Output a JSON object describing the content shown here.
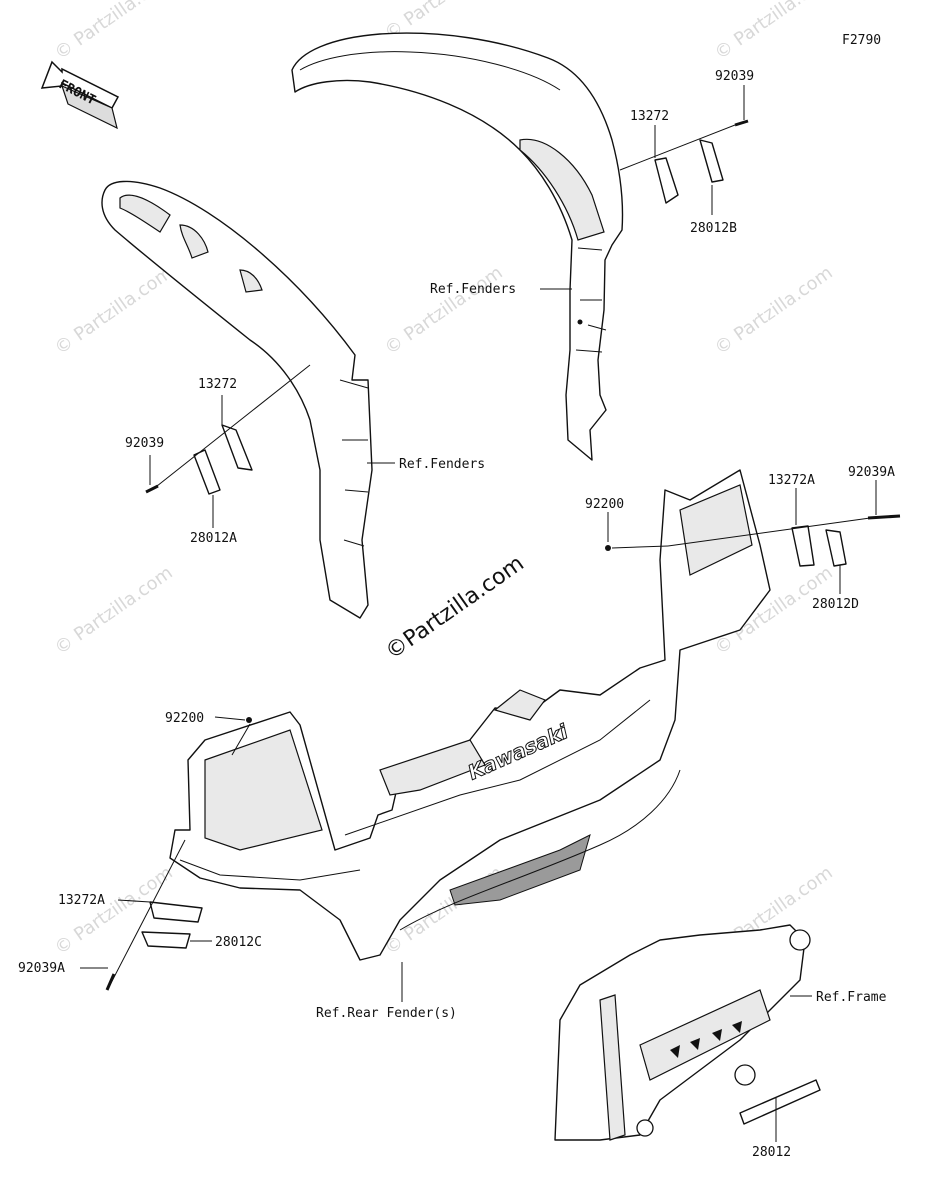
{
  "diagram_code": "F2790",
  "front_label": "FRONT",
  "watermark": "© Partzilla.com",
  "center_watermark": "©Partzilla.com",
  "brand_text": "Kawasaki",
  "labels": {
    "p13272_top": "13272",
    "p92039_top": "92039",
    "p28012B": "28012B",
    "ref_fenders_top": "Ref.Fenders",
    "p13272_left": "13272",
    "p92039_left": "92039",
    "p28012A": "28012A",
    "ref_fenders_left": "Ref.Fenders",
    "p92200_right": "92200",
    "p13272A_right": "13272A",
    "p92039A_right": "92039A",
    "p28012D": "28012D",
    "p92200_left": "92200",
    "p13272A_left": "13272A",
    "p92039A_left": "92039A",
    "p28012C": "28012C",
    "ref_rear_fenders": "Ref.Rear Fender(s)",
    "ref_frame": "Ref.Frame",
    "p28012": "28012"
  }
}
